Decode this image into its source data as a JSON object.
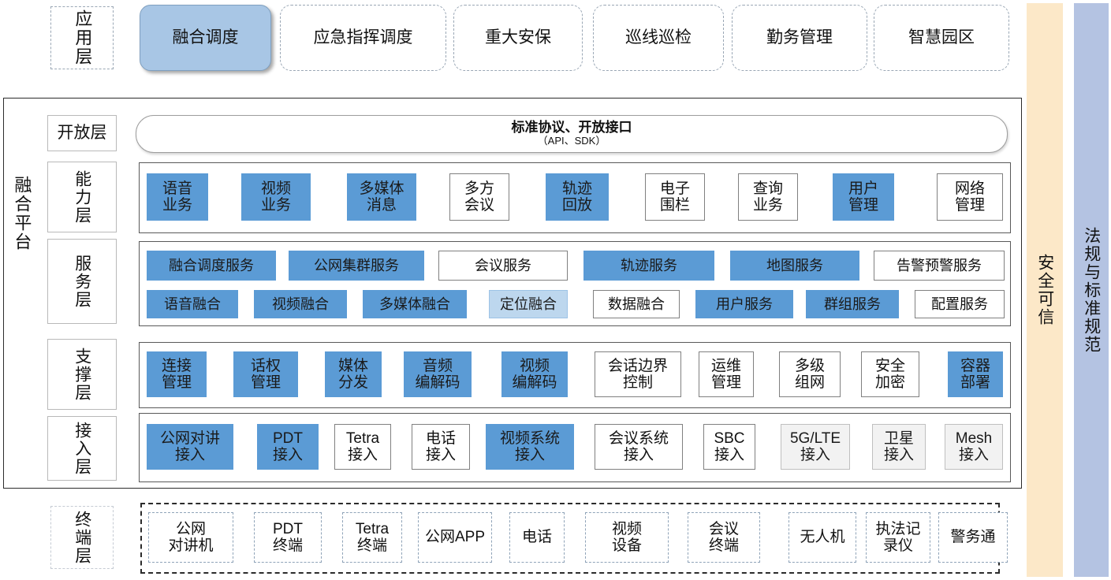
{
  "application_layer": {
    "tag": "应用层",
    "cards": [
      {
        "label": "融合调度",
        "active": true
      },
      {
        "label": "应急指挥调度",
        "active": false
      },
      {
        "label": "重大安保",
        "active": false
      },
      {
        "label": "巡线巡检",
        "active": false
      },
      {
        "label": "勤务管理",
        "active": false
      },
      {
        "label": "智慧园区",
        "active": false
      }
    ]
  },
  "platform": {
    "title": "融合平台",
    "open_layer": {
      "tag": "开放层",
      "pill_line1": "标准协议、开放接口",
      "pill_line2": "（API、SDK）"
    },
    "capability_layer": {
      "tag": "能力层",
      "items": [
        {
          "label": "语音\n业务",
          "fill": "blue"
        },
        {
          "label": "视频\n业务",
          "fill": "blue"
        },
        {
          "label": "多媒体\n消息",
          "fill": "blue"
        },
        {
          "label": "多方\n会议",
          "fill": "white"
        },
        {
          "label": "轨迹\n回放",
          "fill": "blue"
        },
        {
          "label": "电子\n围栏",
          "fill": "white"
        },
        {
          "label": "查询\n业务",
          "fill": "white"
        },
        {
          "label": "用户\n管理",
          "fill": "blue"
        },
        {
          "label": "网络\n管理",
          "fill": "white"
        }
      ]
    },
    "service_layer": {
      "tag": "服务层",
      "row1": [
        {
          "label": "融合调度服务",
          "fill": "blue"
        },
        {
          "label": "公网集群服务",
          "fill": "blue"
        },
        {
          "label": "会议服务",
          "fill": "white"
        },
        {
          "label": "轨迹服务",
          "fill": "blue"
        },
        {
          "label": "地图服务",
          "fill": "blue"
        },
        {
          "label": "告警预警服务",
          "fill": "white"
        }
      ],
      "row2": [
        {
          "label": "语音融合",
          "fill": "blue"
        },
        {
          "label": "视频融合",
          "fill": "blue"
        },
        {
          "label": "多媒体融合",
          "fill": "blue"
        },
        {
          "label": "定位融合",
          "fill": "lightblue"
        },
        {
          "label": "数据融合",
          "fill": "white"
        },
        {
          "label": "用户服务",
          "fill": "blue"
        },
        {
          "label": "群组服务",
          "fill": "blue"
        },
        {
          "label": "配置服务",
          "fill": "white"
        }
      ]
    },
    "support_layer": {
      "tag": "支撑层",
      "items": [
        {
          "label": "连接\n管理",
          "fill": "blue"
        },
        {
          "label": "话权\n管理",
          "fill": "blue"
        },
        {
          "label": "媒体\n分发",
          "fill": "blue"
        },
        {
          "label": "音频\n编解码",
          "fill": "blue"
        },
        {
          "label": "视频\n编解码",
          "fill": "blue"
        },
        {
          "label": "会话边界\n控制",
          "fill": "white"
        },
        {
          "label": "运维\n管理",
          "fill": "white"
        },
        {
          "label": "多级\n组网",
          "fill": "white"
        },
        {
          "label": "安全\n加密",
          "fill": "white"
        },
        {
          "label": "容器\n部署",
          "fill": "blue"
        }
      ]
    },
    "access_layer": {
      "tag": "接入层",
      "items": [
        {
          "label": "公网对讲\n接入",
          "fill": "blue"
        },
        {
          "label": "PDT\n接入",
          "fill": "blue"
        },
        {
          "label": "Tetra\n接入",
          "fill": "white"
        },
        {
          "label": "电话\n接入",
          "fill": "white"
        },
        {
          "label": "视频系统\n接入",
          "fill": "blue"
        },
        {
          "label": "会议系统\n接入",
          "fill": "white"
        },
        {
          "label": "SBC\n接入",
          "fill": "white"
        },
        {
          "label": "5G/LTE\n接入",
          "fill": "faint"
        },
        {
          "label": "卫星\n接入",
          "fill": "faint"
        },
        {
          "label": "Mesh\n接入",
          "fill": "faint"
        }
      ]
    }
  },
  "terminal_layer": {
    "tag": "终端层",
    "items": [
      {
        "label": "公网\n对讲机"
      },
      {
        "label": "PDT\n终端"
      },
      {
        "label": "Tetra\n终端"
      },
      {
        "label": "公网APP"
      },
      {
        "label": "电话"
      },
      {
        "label": "视频\n设备"
      },
      {
        "label": "会议\n终端"
      },
      {
        "label": "无人机"
      },
      {
        "label": "执法记\n录仪"
      },
      {
        "label": "警务通"
      }
    ]
  },
  "side_bars": [
    {
      "label": "安全可信",
      "color": "#FCE8C8"
    },
    {
      "label": "法规与标准规范",
      "color": "#B4C3E2"
    }
  ],
  "colors": {
    "accent_blue": "#5B9BD5",
    "light_blue": "#BDD7EE",
    "active_card": "#A8C6E5",
    "security_bar": "#FCE8C8",
    "standard_bar": "#B4C3E2"
  }
}
